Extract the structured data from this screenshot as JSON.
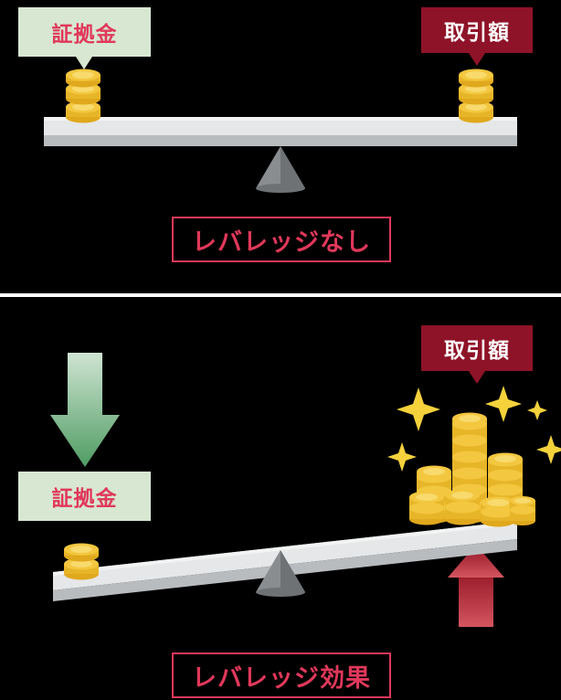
{
  "diagram": {
    "title_concept": "leverage-comparison-balance-scale",
    "background_color": "#000000",
    "accent_red": "#e0385a",
    "chip_green": "#d8e7d2",
    "chip_dark_red": "#8f1328",
    "coin_gold": "#f3c73f",
    "coin_gold_dark": "#e0a81d",
    "beam_gray": "#e3e3e3",
    "beam_shadow": "#b9bcbf",
    "fulcrum_gray": "#8a8d90",
    "arrow_green": "#7ab88a",
    "arrow_red": "#a8202e",
    "sparkle_gold": "#f5d23c"
  },
  "panels": [
    {
      "id": "no-leverage",
      "margin_label": "証拠金",
      "trade_label": "取引額",
      "caption": "レバレッジなし",
      "balance_state": "level",
      "left_coin_stacks": 1,
      "right_coin_stacks": 1
    },
    {
      "id": "with-leverage",
      "margin_label": "証拠金",
      "trade_label": "取引額",
      "caption": "レバレッジ効果",
      "balance_state": "tilted-right-down",
      "left_coin_stacks": 1,
      "right_coin_stacks": 7,
      "down_arrow": "green-down-arrow",
      "up_arrow": "red-up-arrow",
      "sparkles": 5
    }
  ]
}
